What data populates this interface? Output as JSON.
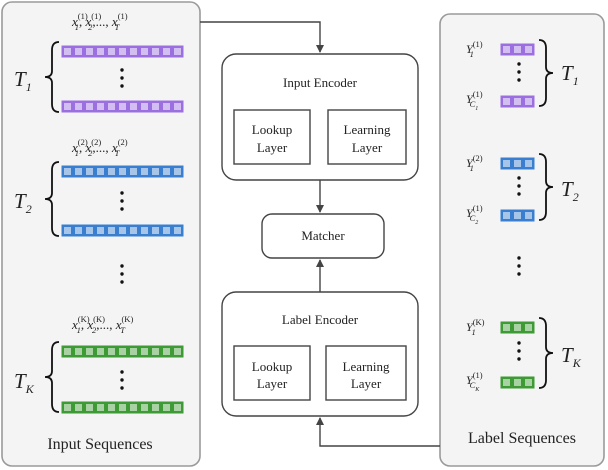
{
  "input_panel": {
    "caption": "Input Sequences",
    "tasks": [
      {
        "label_base": "T",
        "label_sub": "1",
        "superscript": "(1)",
        "seq_name": "x",
        "seq_sub_last": "T"
      },
      {
        "label_base": "T",
        "label_sub": "2",
        "superscript": "(2)",
        "seq_name": "x",
        "seq_sub_last": "T"
      },
      {
        "label_base": "T",
        "label_sub": "K",
        "superscript": "(K)",
        "seq_name": "x",
        "seq_sub_last": "T"
      }
    ],
    "colors": [
      "#9b6fe0",
      "#3a7fcf",
      "#3e9a35"
    ]
  },
  "center": {
    "input_encoder": {
      "title": "Input Encoder",
      "lookup": [
        "Lookup",
        "Layer"
      ],
      "learning": [
        "Learning",
        "Layer"
      ]
    },
    "matcher": "Matcher",
    "label_encoder": {
      "title": "Label Encoder",
      "lookup": [
        "Lookup",
        "Layer"
      ],
      "learning": [
        "Learning",
        "Layer"
      ]
    }
  },
  "label_panel": {
    "caption": "Label Sequences",
    "tasks": [
      {
        "label_base": "T",
        "label_sub": "1",
        "top": {
          "base": "Y",
          "sub": "1",
          "sup": "(1)"
        },
        "bottom": {
          "base": "Y",
          "sub": "C",
          "subsub": "1",
          "sup": "(1)"
        }
      },
      {
        "label_base": "T",
        "label_sub": "2",
        "top": {
          "base": "Y",
          "sub": "1",
          "sup": "(2)"
        },
        "bottom": {
          "base": "Y",
          "sub": "C",
          "subsub": "2",
          "sup": "(1)"
        }
      },
      {
        "label_base": "T",
        "label_sub": "K",
        "top": {
          "base": "Y",
          "sub": "1",
          "sup": "(K)"
        },
        "bottom": {
          "base": "Y",
          "sub": "C",
          "subsub": "K",
          "sup": "(1)"
        }
      }
    ]
  }
}
